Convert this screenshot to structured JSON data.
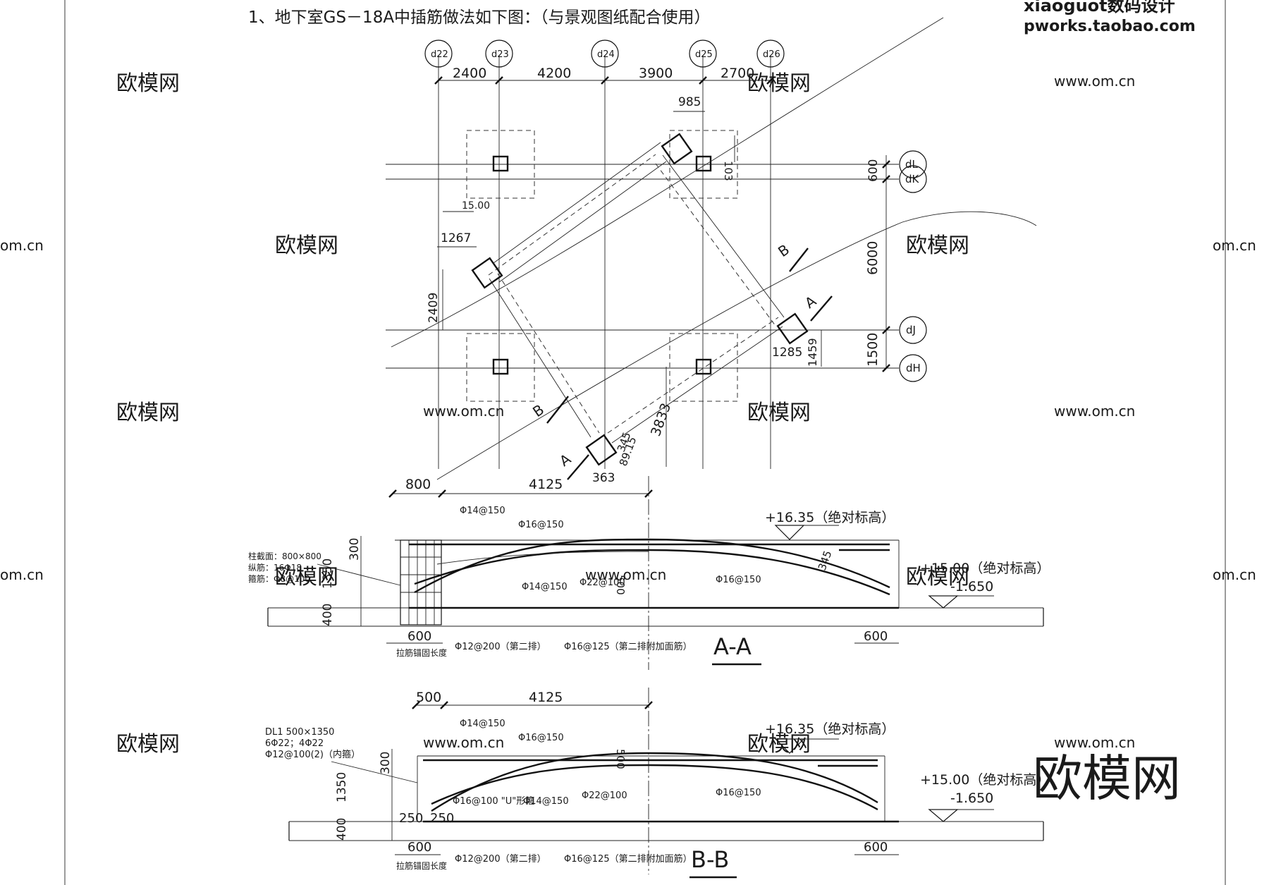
{
  "title": "1、地下室GS－18A中插筋做法如下图：（与景观图纸配合使用）",
  "shop": {
    "name": "xiaoguot数码设计",
    "url": "pworks.taobao.com"
  },
  "watermark_brand": "欧模网",
  "watermark_url": "www.om.cn",
  "watermark_url_edge": "om.cn",
  "axes_top": [
    "d22",
    "d23",
    "d24",
    "d25",
    "d26"
  ],
  "axes_right": [
    "dL",
    "dK",
    "dJ",
    "dH"
  ],
  "plan_dims": {
    "top": [
      "2400",
      "4200",
      "3900",
      "2700"
    ],
    "d985": "985",
    "d103": "103",
    "d600": "600",
    "d6000": "6000",
    "d1500": "1500",
    "d1500_top": "15.00",
    "d1267": "1267",
    "d2409": "2409",
    "d1285": "1285",
    "d1459": "1459",
    "d3833": "3833",
    "d345": "345",
    "d8915": "89.15",
    "d800": "800",
    "d4125": "4125",
    "d363": "363",
    "cut_a": "A",
    "cut_b": "B"
  },
  "section_aa": {
    "title": "A-A",
    "elev_top": "+16.35（绝对标高）",
    "elev_side": "+15.00（绝对标高）",
    "elev_rel": "-1.650",
    "col_note": [
      "柱截面：800×800",
      "纵筋：16Φ18",
      "箍筋：Φ8@100"
    ],
    "rebar": [
      "Φ14@150",
      "Φ16@150",
      "Φ14@150",
      "Φ22@100",
      "Φ16@150",
      "Φ12@200（第二排）",
      "Φ16@125（第二排附加面筋）"
    ],
    "anchor": "拉筋锚固长度",
    "dims": [
      "300",
      "1350",
      "400",
      "600",
      "600",
      "500",
      "345"
    ]
  },
  "section_bb": {
    "title": "B-B",
    "elev_top": "+16.35（绝对标高）",
    "elev_side": "+15.00（绝对标高）",
    "elev_rel": "-1.650",
    "beam_note": [
      "DL1 500×1350",
      "6Φ22；4Φ22",
      "Φ12@100(2)（内箍）"
    ],
    "rebar": [
      "Φ14@150",
      "Φ16@150",
      "Φ16@100 \"U\"形箍",
      "Φ14@150",
      "Φ22@100",
      "Φ16@150",
      "Φ12@200（第二排）",
      "Φ16@125（第二排附加面筋）"
    ],
    "anchor": "拉筋锚固长度",
    "dims": [
      "500",
      "4125",
      "300",
      "1350",
      "400",
      "250",
      "250",
      "600",
      "600",
      "500"
    ]
  }
}
